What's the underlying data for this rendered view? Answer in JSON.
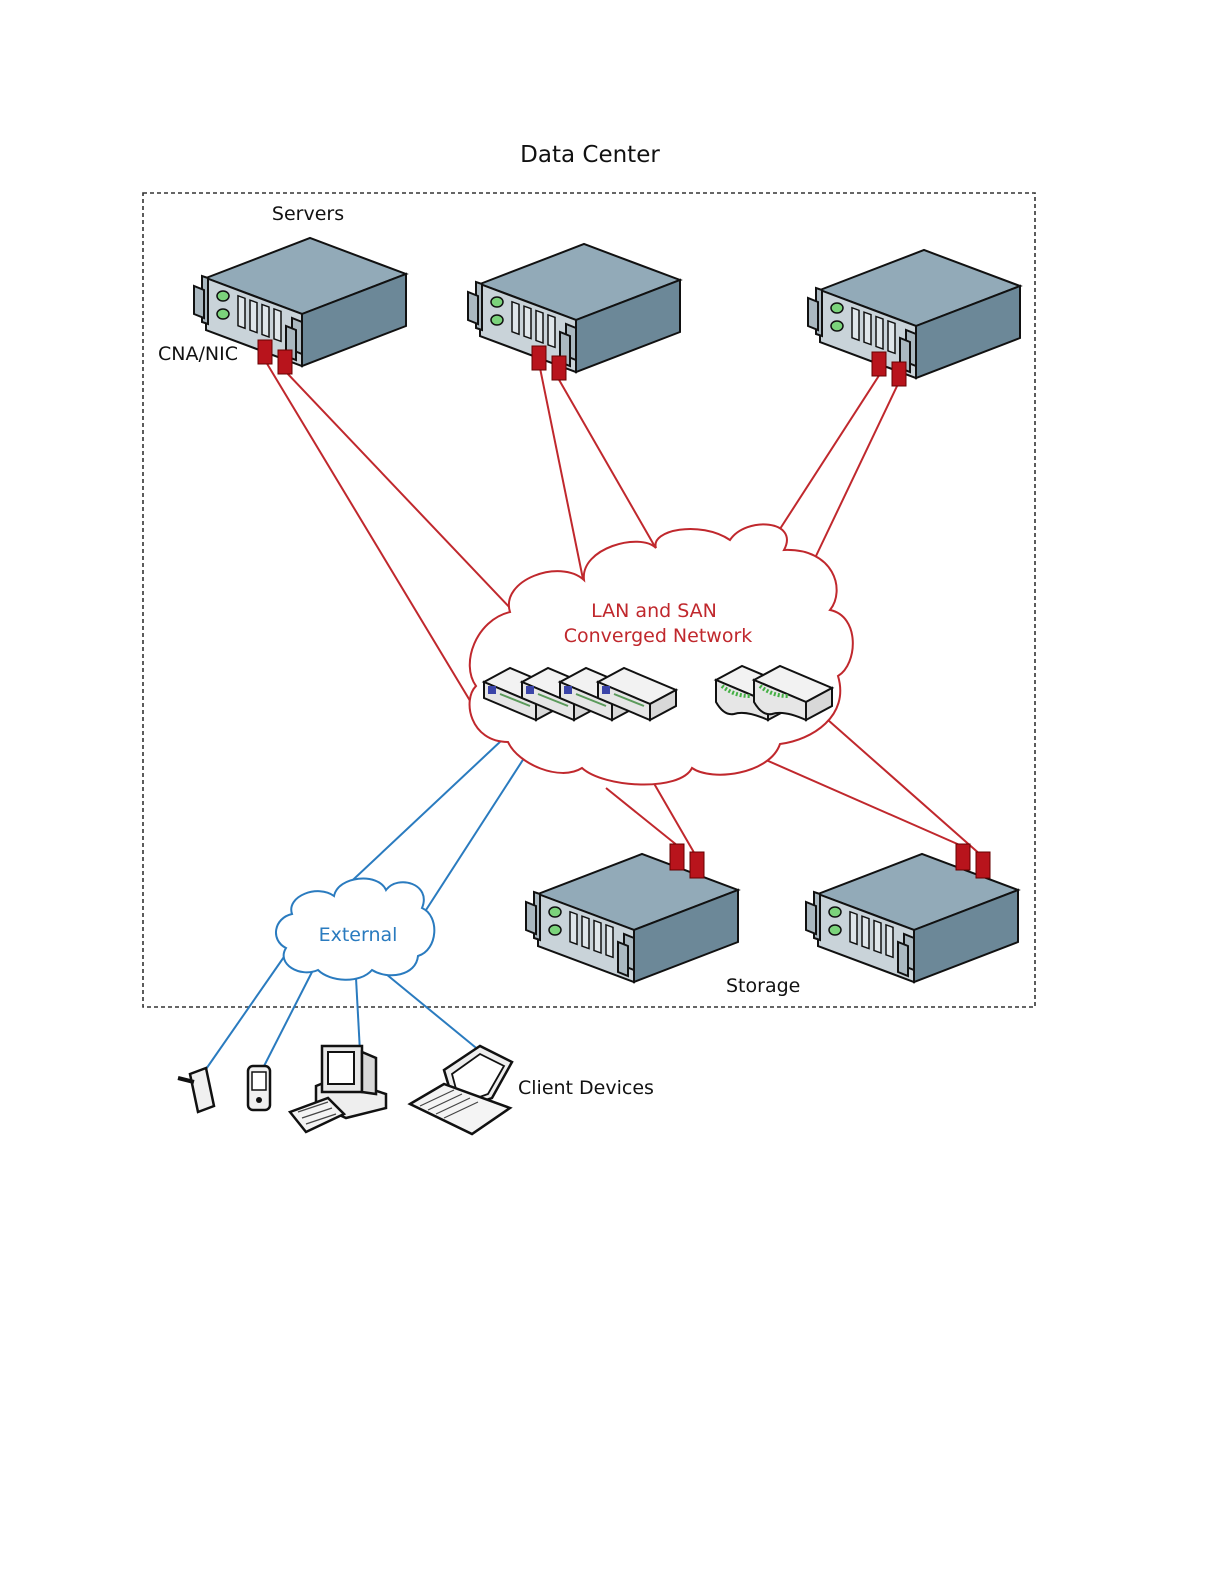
{
  "title": "Data Center",
  "labels": {
    "servers": "Servers",
    "cna_nic": "CNA/NIC",
    "converged_network_line1": "LAN and SAN",
    "converged_network_line2": "Converged Network",
    "external": "External",
    "storage": "Storage",
    "client_devices": "Client Devices"
  },
  "colors": {
    "converged_link": "#c0282d",
    "external_link": "#2a7bbf",
    "adapter": "#b8141c",
    "boundary": "#333333",
    "server_top": "#8ea6b4",
    "server_side": "#6f8b9b",
    "server_front": "#c8d2d8"
  },
  "icons": {
    "server": "rack-server-icon",
    "adapter": "cna-nic-icon",
    "cloud": "cloud-icon",
    "lan_switch": "lan-switch-icon",
    "san_switch": "san-switch-icon",
    "phone": "mobile-phone-icon",
    "pda": "pda-icon",
    "desktop": "desktop-computer-icon",
    "laptop": "laptop-icon"
  }
}
